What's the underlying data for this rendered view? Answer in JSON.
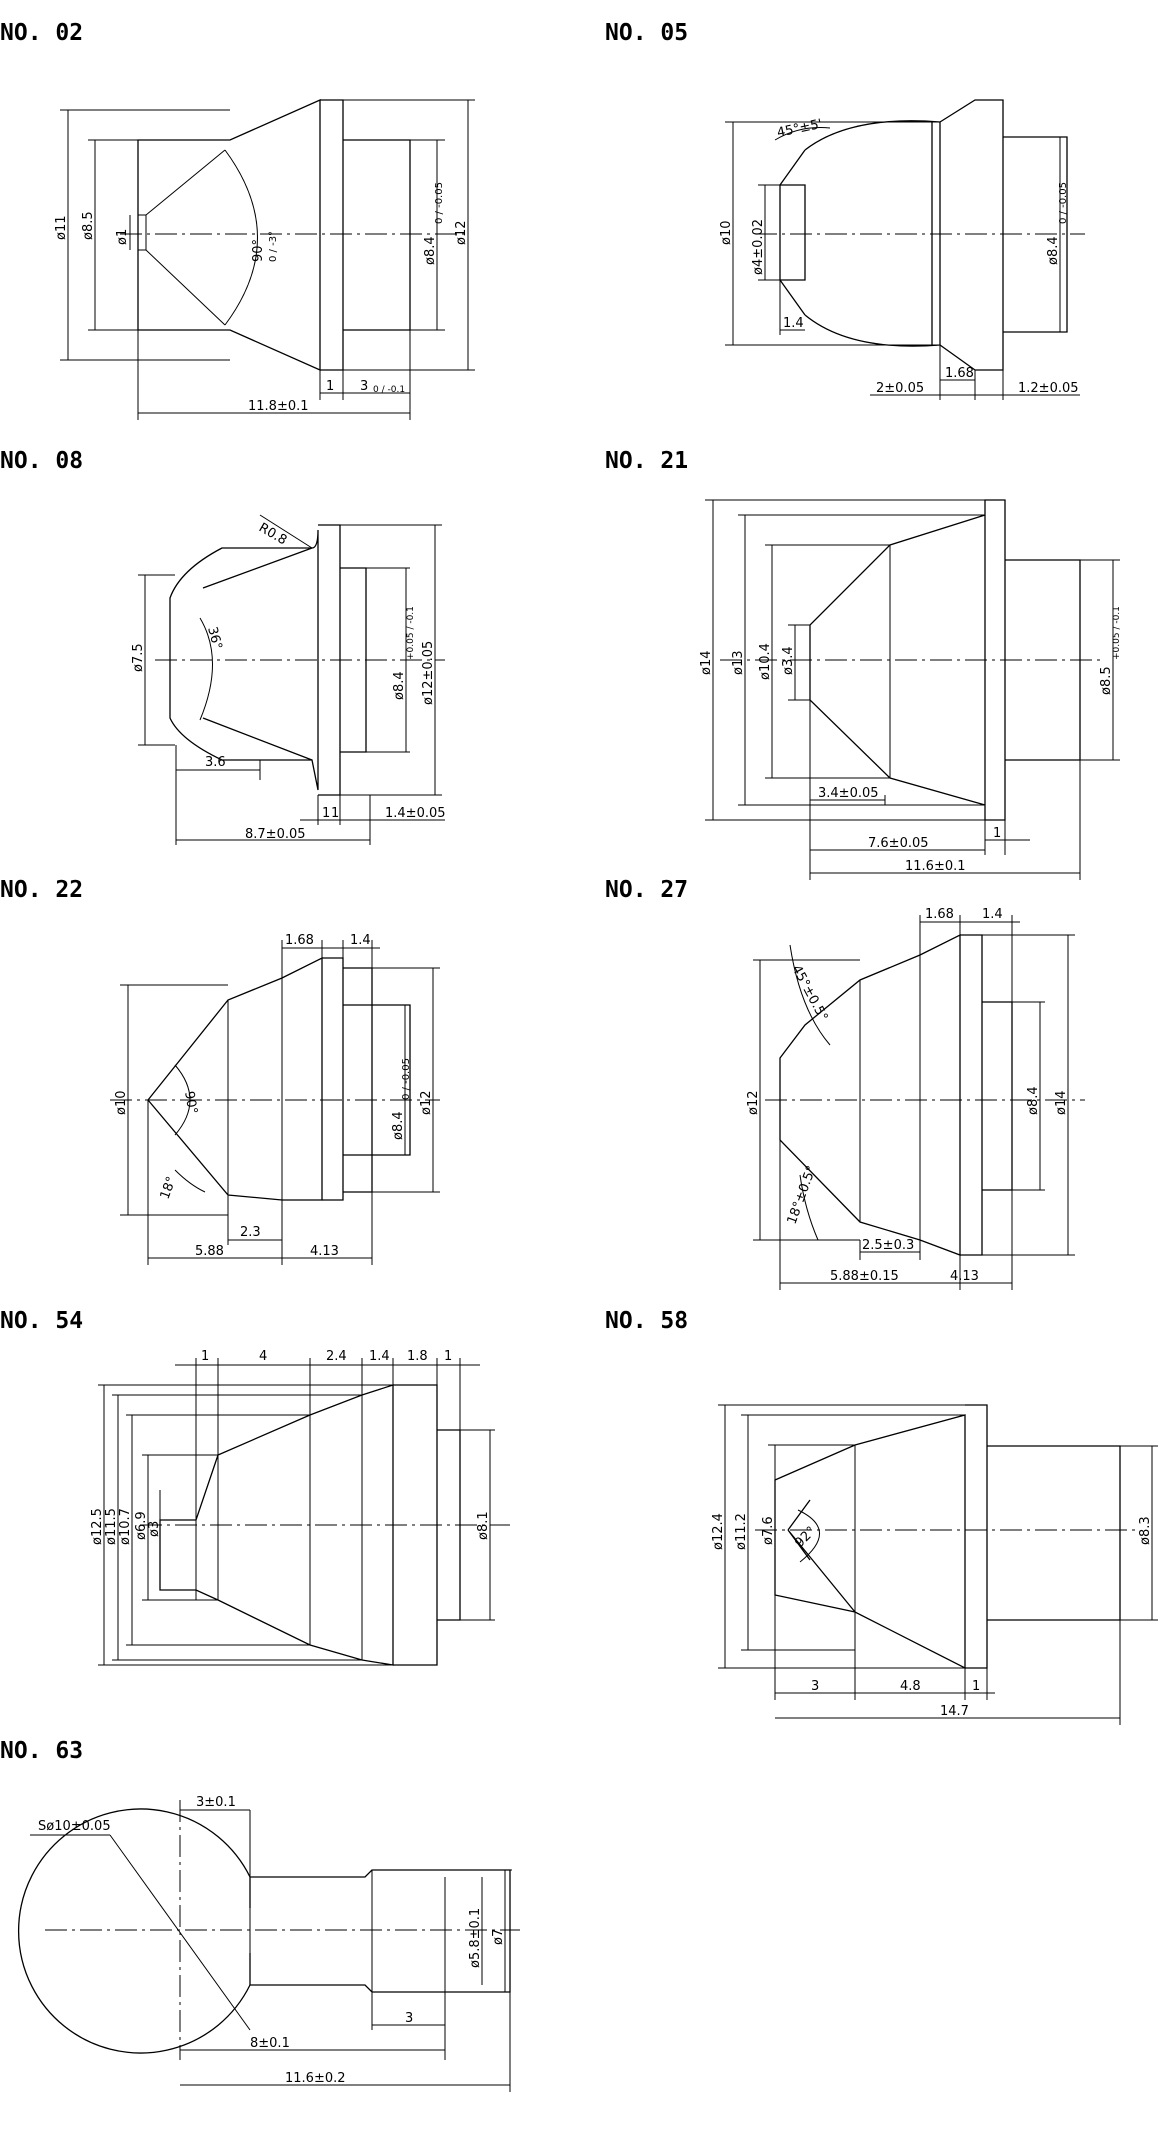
{
  "parts": [
    {
      "id": "no02",
      "title": "NO. 02",
      "dims": {
        "d_outer": "ø11",
        "d_lens": "ø8.5",
        "d_tip": "ø1",
        "angle": "90°",
        "angle_tol": "0 / -3°",
        "d_bore": "ø8.4",
        "bore_tol": "0 / -0.05",
        "d_flange": "ø12",
        "flange": "1",
        "depth": "3",
        "depth_tol": "0 / -0.1",
        "length": "11.8±0.1"
      }
    },
    {
      "id": "no05",
      "title": "NO. 05",
      "dims": {
        "angle": "45°±5'",
        "d_outer": "ø10",
        "d_tip": "ø4±0.02",
        "tip_len": "1.4",
        "d_bore": "ø8.4",
        "bore_tol": "0 / -0.05",
        "ring": "1.68",
        "a": "2±0.05",
        "b": "1.2±0.05"
      }
    },
    {
      "id": "no08",
      "title": "NO. 08",
      "dims": {
        "radius": "R0.8",
        "d_tip": "ø7.5",
        "angle": "36°",
        "tip_len": "3.6",
        "d_bore": "ø8.4",
        "bore_tol": "+0.05 / -0.1",
        "d_flange": "ø12±0.05",
        "a": "1",
        "b": "1",
        "c": "1.4±0.05",
        "length": "8.7±0.05"
      }
    },
    {
      "id": "no21",
      "title": "NO. 21",
      "dims": {
        "d_outer": "ø14",
        "d_body": "ø13",
        "d_lens": "ø10.4",
        "d_tip": "ø3.4",
        "tip_len": "3.4±0.05",
        "d_bore": "ø8.5",
        "bore_tol": "+0.05 / -0.1",
        "a": "7.6±0.05",
        "flange": "1",
        "length": "11.6±0.1"
      }
    },
    {
      "id": "no22",
      "title": "NO. 22",
      "dims": {
        "ring": "1.68",
        "flange": "1.4",
        "d_outer": "ø10",
        "angle": "90°",
        "angle2": "18°",
        "tip_len": "2.3",
        "d_bore": "ø8.4",
        "bore_tol": "0 / -0.05",
        "d_flange": "ø12",
        "a": "5.88",
        "b": "4.13"
      }
    },
    {
      "id": "no27",
      "title": "NO. 27",
      "dims": {
        "ring": "1.68",
        "flange": "1.4",
        "angle": "45°±0.5°",
        "d_outer": "ø12",
        "d_bore": "ø8.4",
        "d_flange": "ø14",
        "angle2": "18°±0.5°",
        "a": "2.5±0.3",
        "b": "5.88±0.15",
        "c": "4.13"
      }
    },
    {
      "id": "no54",
      "title": "NO. 54",
      "dims": {
        "s1": "1",
        "s2": "4",
        "s3": "2.4",
        "s4": "1.4",
        "s5": "1.8",
        "s6": "1",
        "d1": "ø12.5",
        "d2": "ø11.5",
        "d3": "ø10.7",
        "d4": "ø6.9",
        "d5": "ø3",
        "d_bore": "ø8.1"
      }
    },
    {
      "id": "no58",
      "title": "NO. 58",
      "dims": {
        "d1": "ø12.4",
        "d2": "ø11.2",
        "d3": "ø7.6",
        "angle": "92°",
        "d_bore": "ø8.3",
        "a": "3",
        "b": "4.8",
        "c": "1",
        "length": "14.7"
      }
    },
    {
      "id": "no63",
      "title": "NO. 63",
      "dims": {
        "sphere": "Sø10±0.05",
        "neck": "3±0.1",
        "d_bore": "ø5.8±0.1",
        "d_outer": "ø7",
        "tail": "3",
        "a": "8±0.1",
        "length": "11.6±0.2"
      }
    }
  ]
}
